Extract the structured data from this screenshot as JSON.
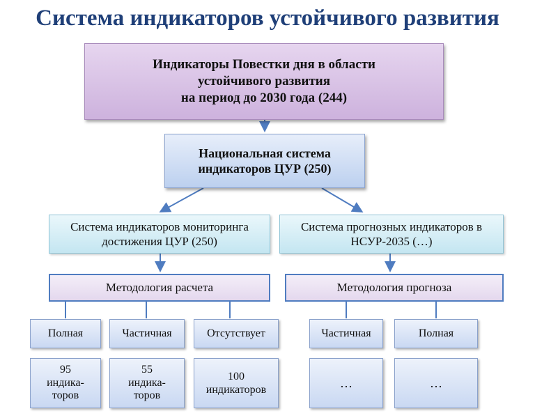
{
  "title": "Система индикаторов устойчивого развития",
  "top": {
    "line1": "Индикаторы Повестки дня в области",
    "line2": "устойчивого развития",
    "line3": "на период до 2030 года (244)"
  },
  "national": {
    "line1": "Национальная система",
    "line2": "индикаторов ЦУР (250)"
  },
  "monitoring": {
    "line1": "Система индикаторов мониторинга",
    "line2": "достижения ЦУР (250)"
  },
  "forecast": {
    "line1": "Система прогнозных индикаторов в",
    "line2": "НСУР-2035 (…)"
  },
  "method_calc": "Методология расчета",
  "method_forecast": "Методология прогноза",
  "left_levels": {
    "full": "Полная",
    "partial": "Частичная",
    "absent": "Отсутствует"
  },
  "right_levels": {
    "partial": "Частичная",
    "full": "Полная"
  },
  "counts": {
    "full": {
      "line1": "95",
      "line2": "индика-",
      "line3": "торов"
    },
    "partial": {
      "line1": "55",
      "line2": "индика-",
      "line3": "торов"
    },
    "absent": {
      "line1": "100",
      "line2": "индикаторов"
    },
    "forecast_partial": "…",
    "forecast_full": "…"
  }
}
